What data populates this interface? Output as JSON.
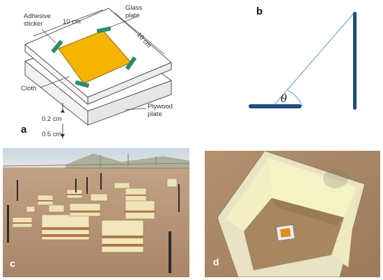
{
  "panels": {
    "a": {
      "letter": "a",
      "labels": {
        "adhesive_sticker": "Adhesive\nsticker",
        "glass_plate": "Glass\nplate",
        "width": "10 cm",
        "depth": "10 cm",
        "cloth": "Cloth",
        "plywood_plate": "Plywood\nplate",
        "gap_top": "0.2 cm",
        "gap_bottom": "0.5 cm"
      },
      "colors": {
        "cloth": "#f5b400",
        "sticker": "#2e8b6e",
        "plate": "#ffffff",
        "line": "#444444"
      }
    },
    "b": {
      "letter": "b",
      "angle_label": "θ",
      "colors": {
        "bar": "#1f4e79",
        "line": "#5b9bd5"
      }
    },
    "c": {
      "letter": "c"
    },
    "d": {
      "letter": "d"
    }
  }
}
